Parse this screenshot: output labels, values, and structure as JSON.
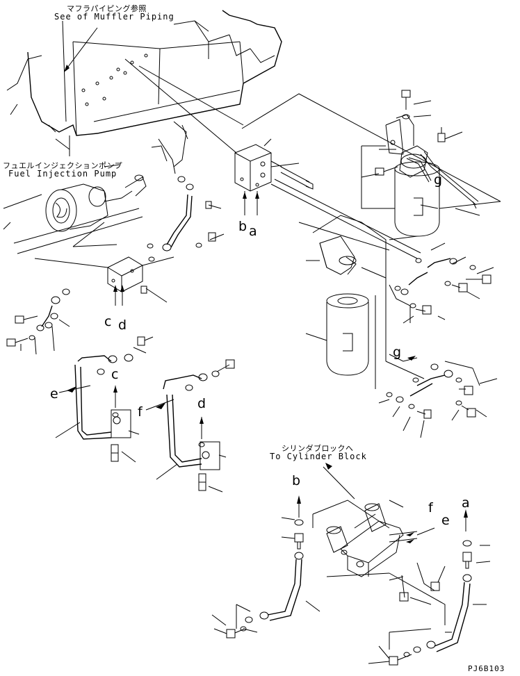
{
  "labels": {
    "muffler_jp": "マフラパイピング参照",
    "muffler_en": "See of Muffler Piping",
    "fuel_pump_jp": "フュエルインジェクションポンプ",
    "fuel_pump_en": "Fuel Injection Pump",
    "cylinder_jp": "シリンダブロックへ",
    "cylinder_en": "To Cylinder Block",
    "drawing_code": "PJ6B103"
  },
  "connection_letters": {
    "a": "a",
    "b": "b",
    "c": "c",
    "d": "d",
    "e": "e",
    "f": "f",
    "g": "g"
  }
}
